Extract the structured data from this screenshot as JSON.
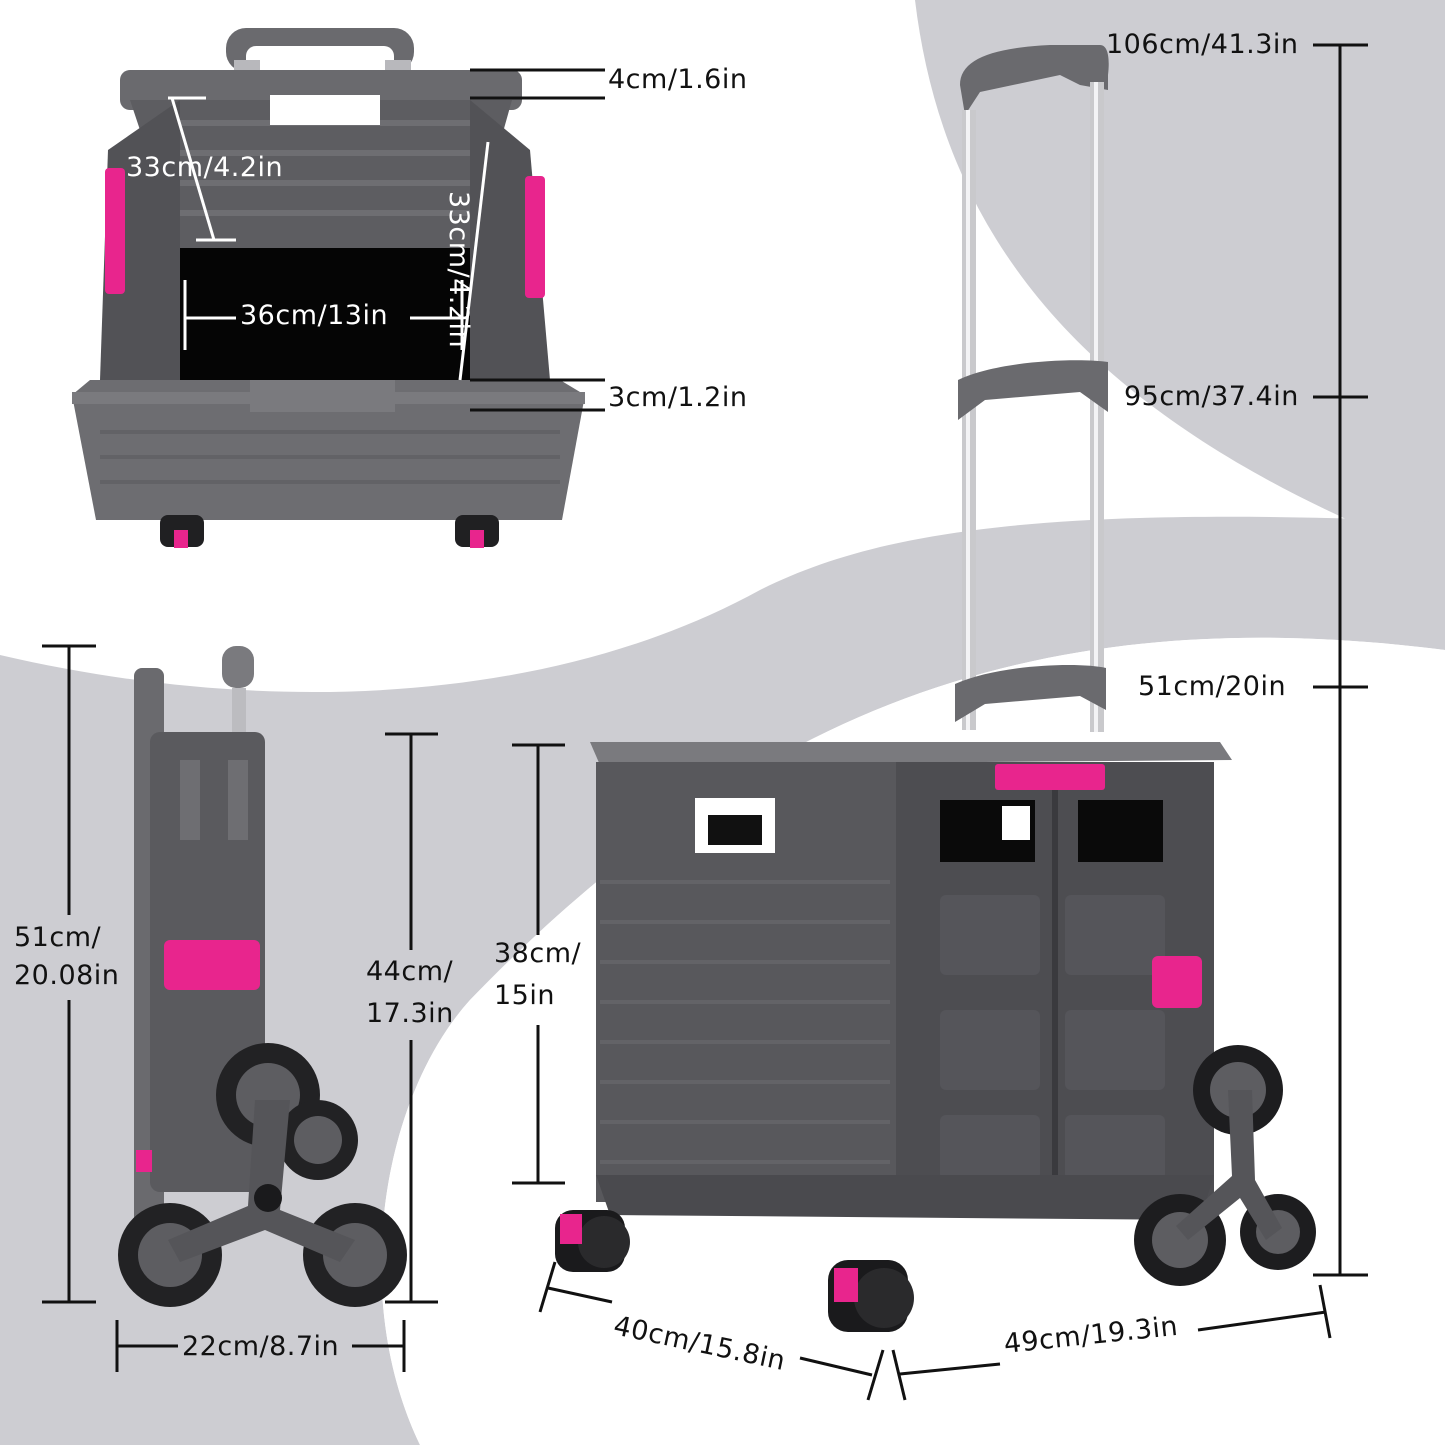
{
  "colors": {
    "background": "#ffffff",
    "swoosh": "#cdcdd2",
    "plastic": "#5a5a5e",
    "plastic_dark": "#3f3f43",
    "accent": "#e8258d",
    "metal": "#c9c9cc",
    "text": "#111111"
  },
  "views": {
    "top_open": {
      "rim_height": "4cm/1.6in",
      "depth_left": "33cm/4.2in",
      "depth_right": "33cm/4.2in",
      "inner_width": "36cm/13in",
      "base_height": "3cm/1.2in"
    },
    "side_folded": {
      "total_height_line1": "51cm/",
      "total_height_line2": "20.08in",
      "body_height_line1": "44cm/",
      "body_height_line2": "17.3in",
      "depth": "22cm/8.7in"
    },
    "front_extended": {
      "handle_top": "106cm/41.3in",
      "handle_mid": "95cm/37.4in",
      "handle_low": "51cm/20in",
      "box_height_line1": "38cm/",
      "box_height_line2": "15in",
      "box_depth": "40cm/15.8in",
      "box_width": "49cm/19.3in"
    }
  }
}
